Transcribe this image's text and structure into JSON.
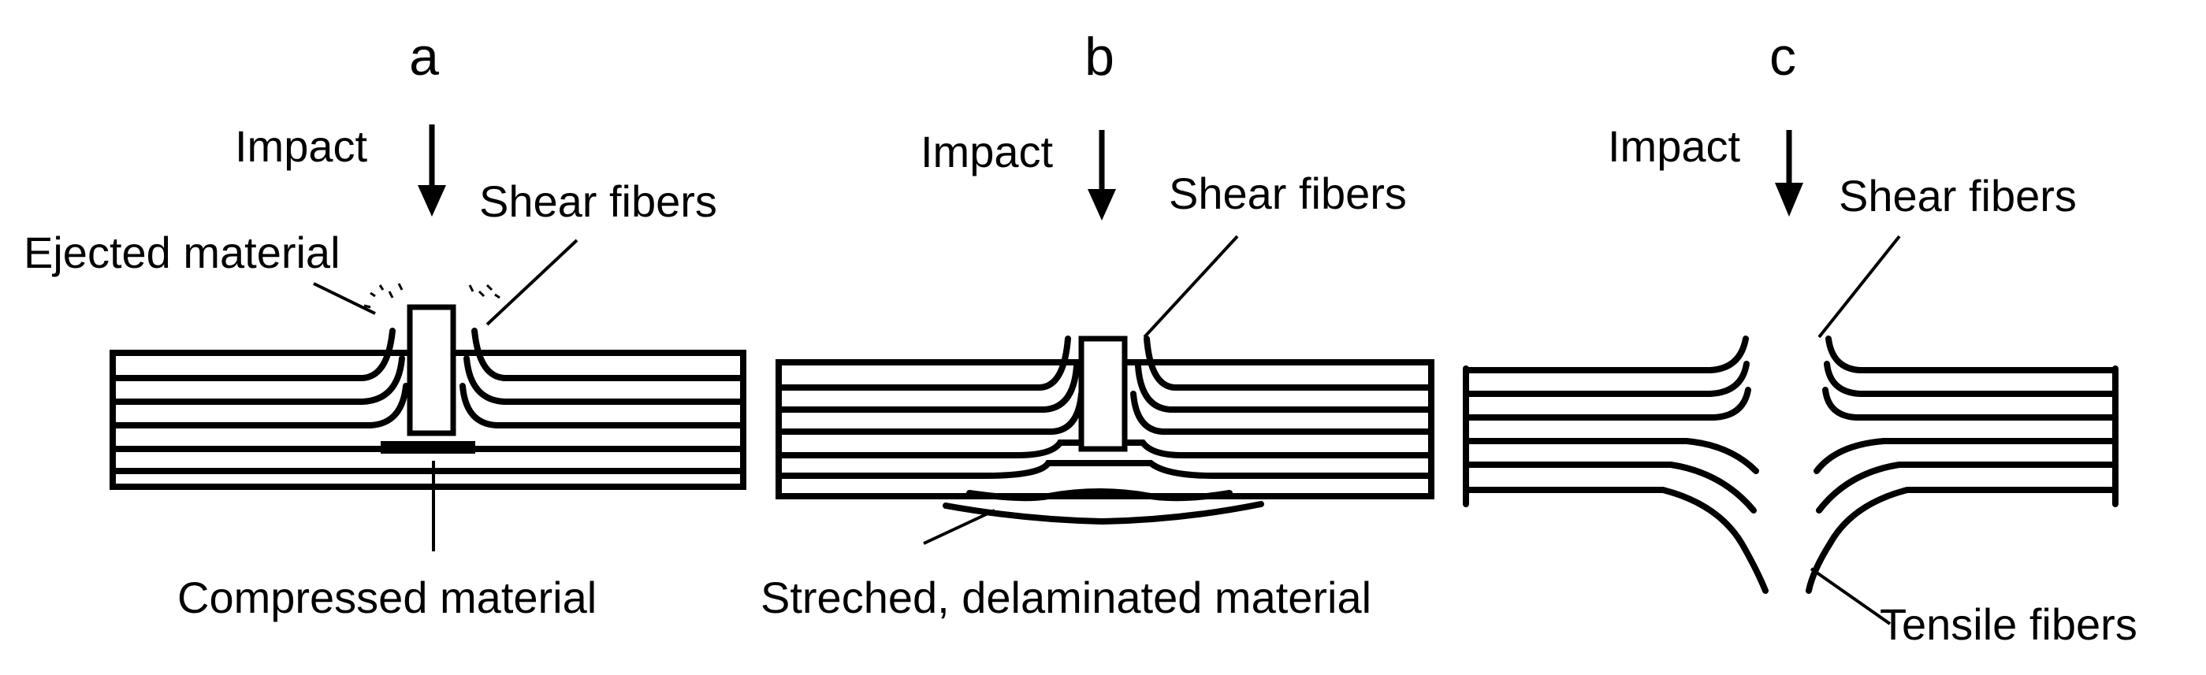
{
  "panels": [
    {
      "letter": "a",
      "impact_label": "Impact",
      "shear_label": "Shear fibers",
      "ejected_label": "Ejected material",
      "bottom_label": "Compressed material"
    },
    {
      "letter": "b",
      "impact_label": "Impact",
      "shear_label": "Shear fibers",
      "bottom_label": "Streched, delaminated material"
    },
    {
      "letter": "c",
      "impact_label": "Impact",
      "shear_label": "Shear fibers",
      "bottom_label": "Tensile fibers"
    }
  ]
}
